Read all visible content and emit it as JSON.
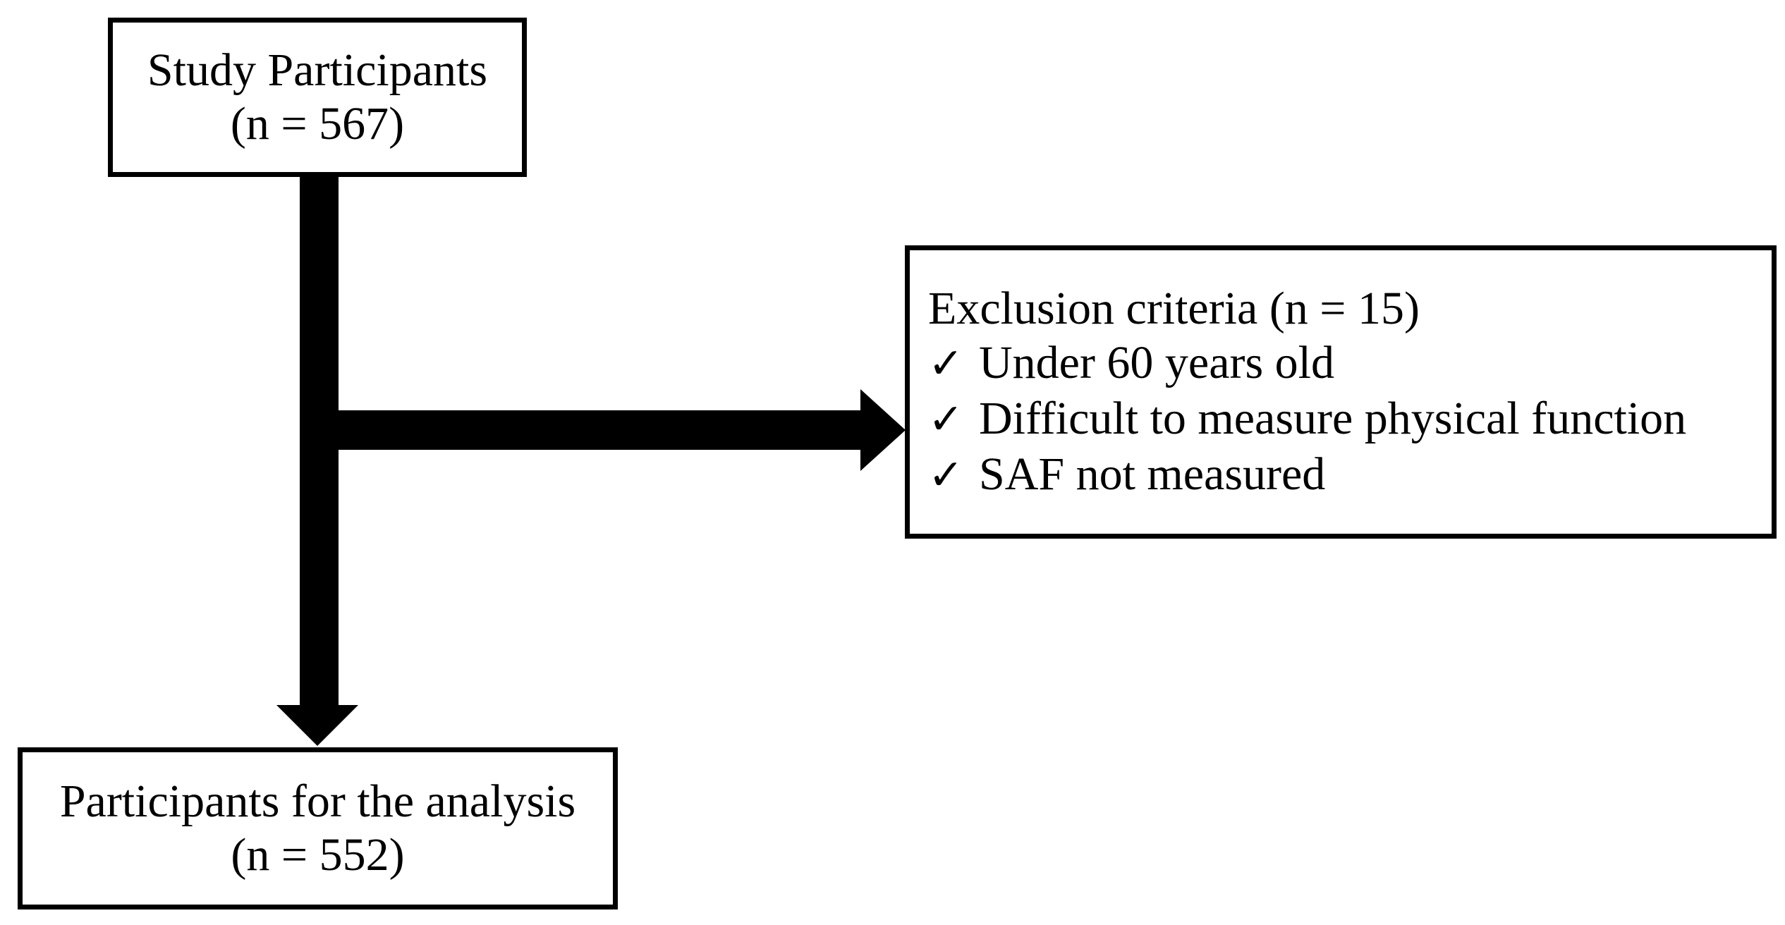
{
  "study_box": {
    "line1": "Study Participants",
    "line2": "(n = 567)"
  },
  "exclusion_box": {
    "heading": "Exclusion criteria (n = 15)",
    "check_icon": "check-icon",
    "items": [
      "Under 60 years old",
      "Difficult to measure physical function",
      "SAF not measured"
    ]
  },
  "analysis_box": {
    "line1": "Participants for the analysis",
    "line2": "(n = 552)"
  },
  "colors": {
    "stroke": "#000000",
    "background": "#ffffff"
  }
}
